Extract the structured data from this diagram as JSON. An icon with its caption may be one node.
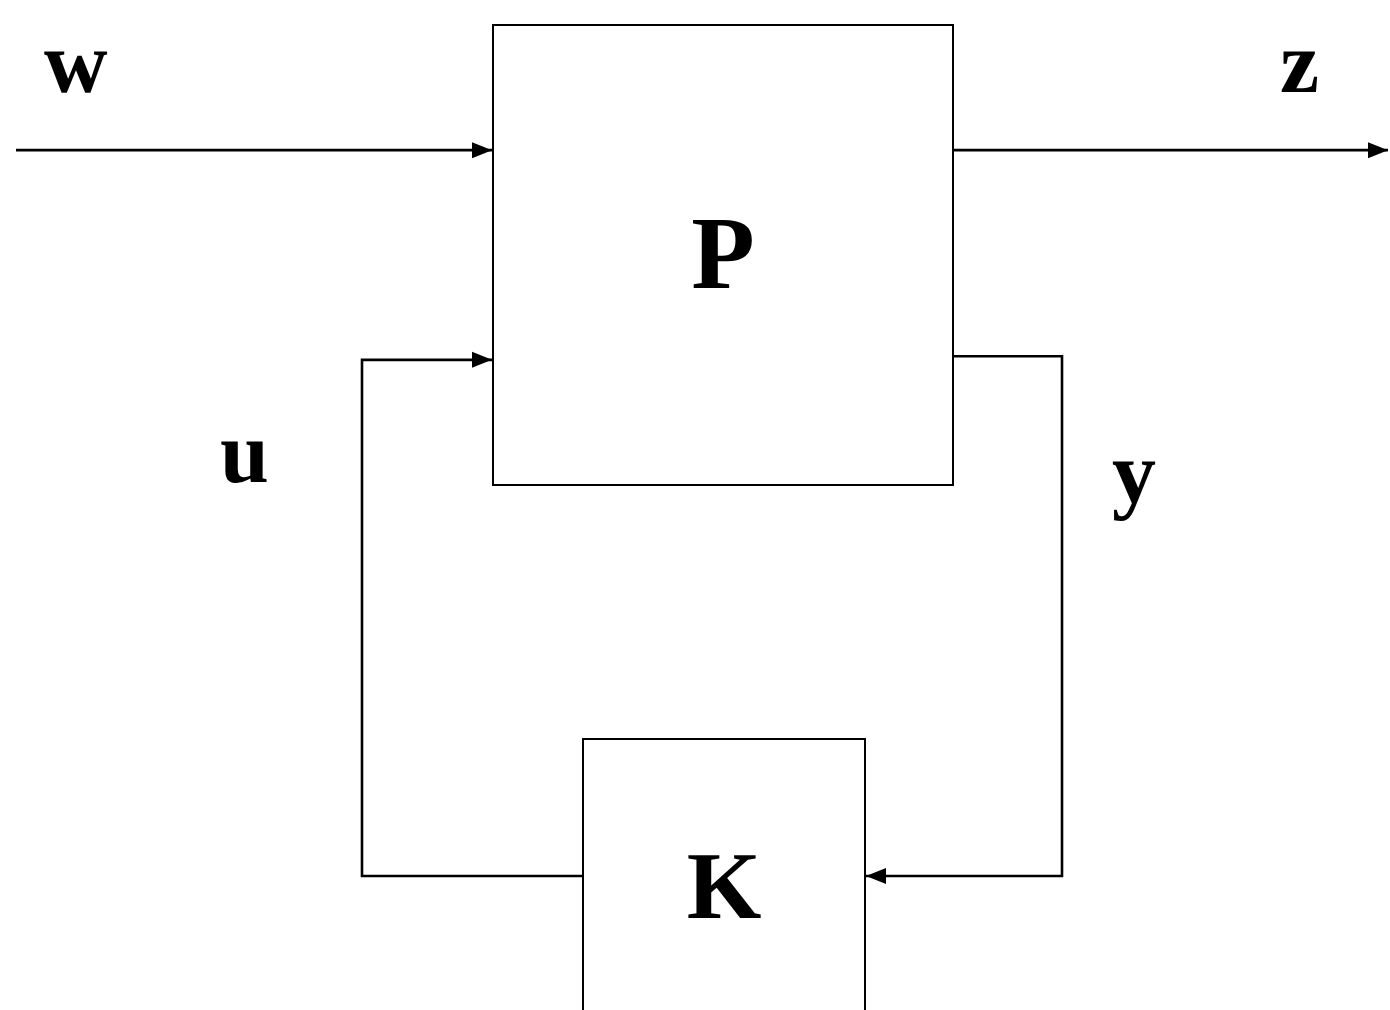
{
  "diagram": {
    "nodes": [
      {
        "text": [
          "P"
        ]
      },
      {
        "text": [
          "K"
        ]
      }
    ],
    "edges": [
      {
        "from": null,
        "to": 0,
        "arrow": "to",
        "label": "w"
      },
      {
        "from": 0,
        "to": null,
        "arrow": "to",
        "label": "z"
      },
      {
        "from": 1,
        "to": 0,
        "arrow": "to",
        "label": "u"
      },
      {
        "from": 0,
        "to": 1,
        "arrow": "to",
        "label": "y"
      }
    ]
  }
}
